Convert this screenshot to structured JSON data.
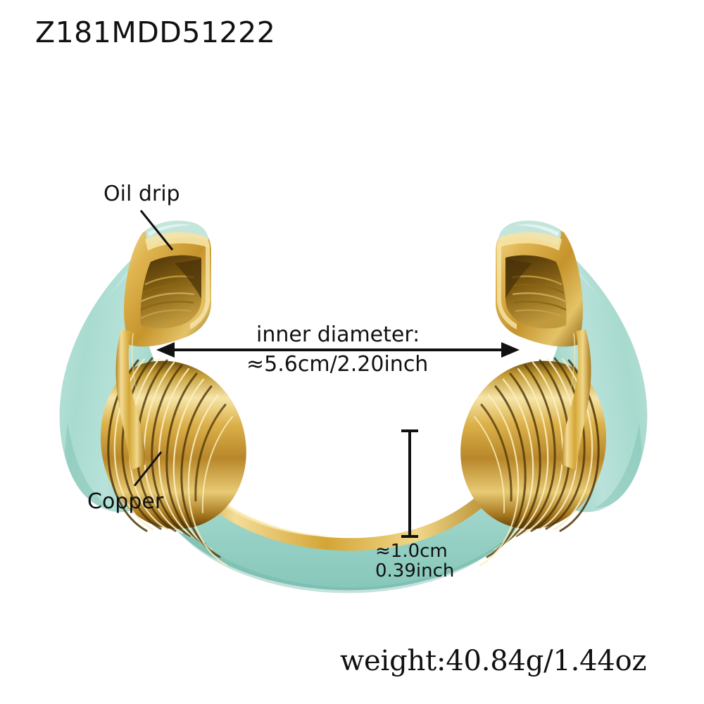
{
  "title": "Z181MDD51222",
  "weight": "weight:40.84g/1.44oz",
  "callouts": {
    "oil_drip": "Oil drip",
    "copper": "Copper"
  },
  "dimensions": {
    "inner_diameter_label": "inner diameter:",
    "inner_diameter_value": "≈5.6cm/2.20inch",
    "thickness_cm": "≈1.0cm",
    "thickness_inch": "0.39inch"
  },
  "colors": {
    "background": "#ffffff",
    "text": "#111111",
    "enamel_mint_light": "#c7e7de",
    "enamel_mint": "#a8d9cf",
    "enamel_mint_deep": "#8ccabd",
    "gold_light": "#f7e09a",
    "gold": "#d8a93a",
    "gold_deep": "#9a6f16",
    "gold_shadow": "#6d4a0c",
    "cavity_dark": "#3a2808"
  },
  "product": {
    "type": "open cuff bangle bracelet",
    "material_enamel": "Oil drip",
    "material_metal": "Copper",
    "coil_rib_count_left": 14,
    "coil_rib_count_right": 14
  }
}
